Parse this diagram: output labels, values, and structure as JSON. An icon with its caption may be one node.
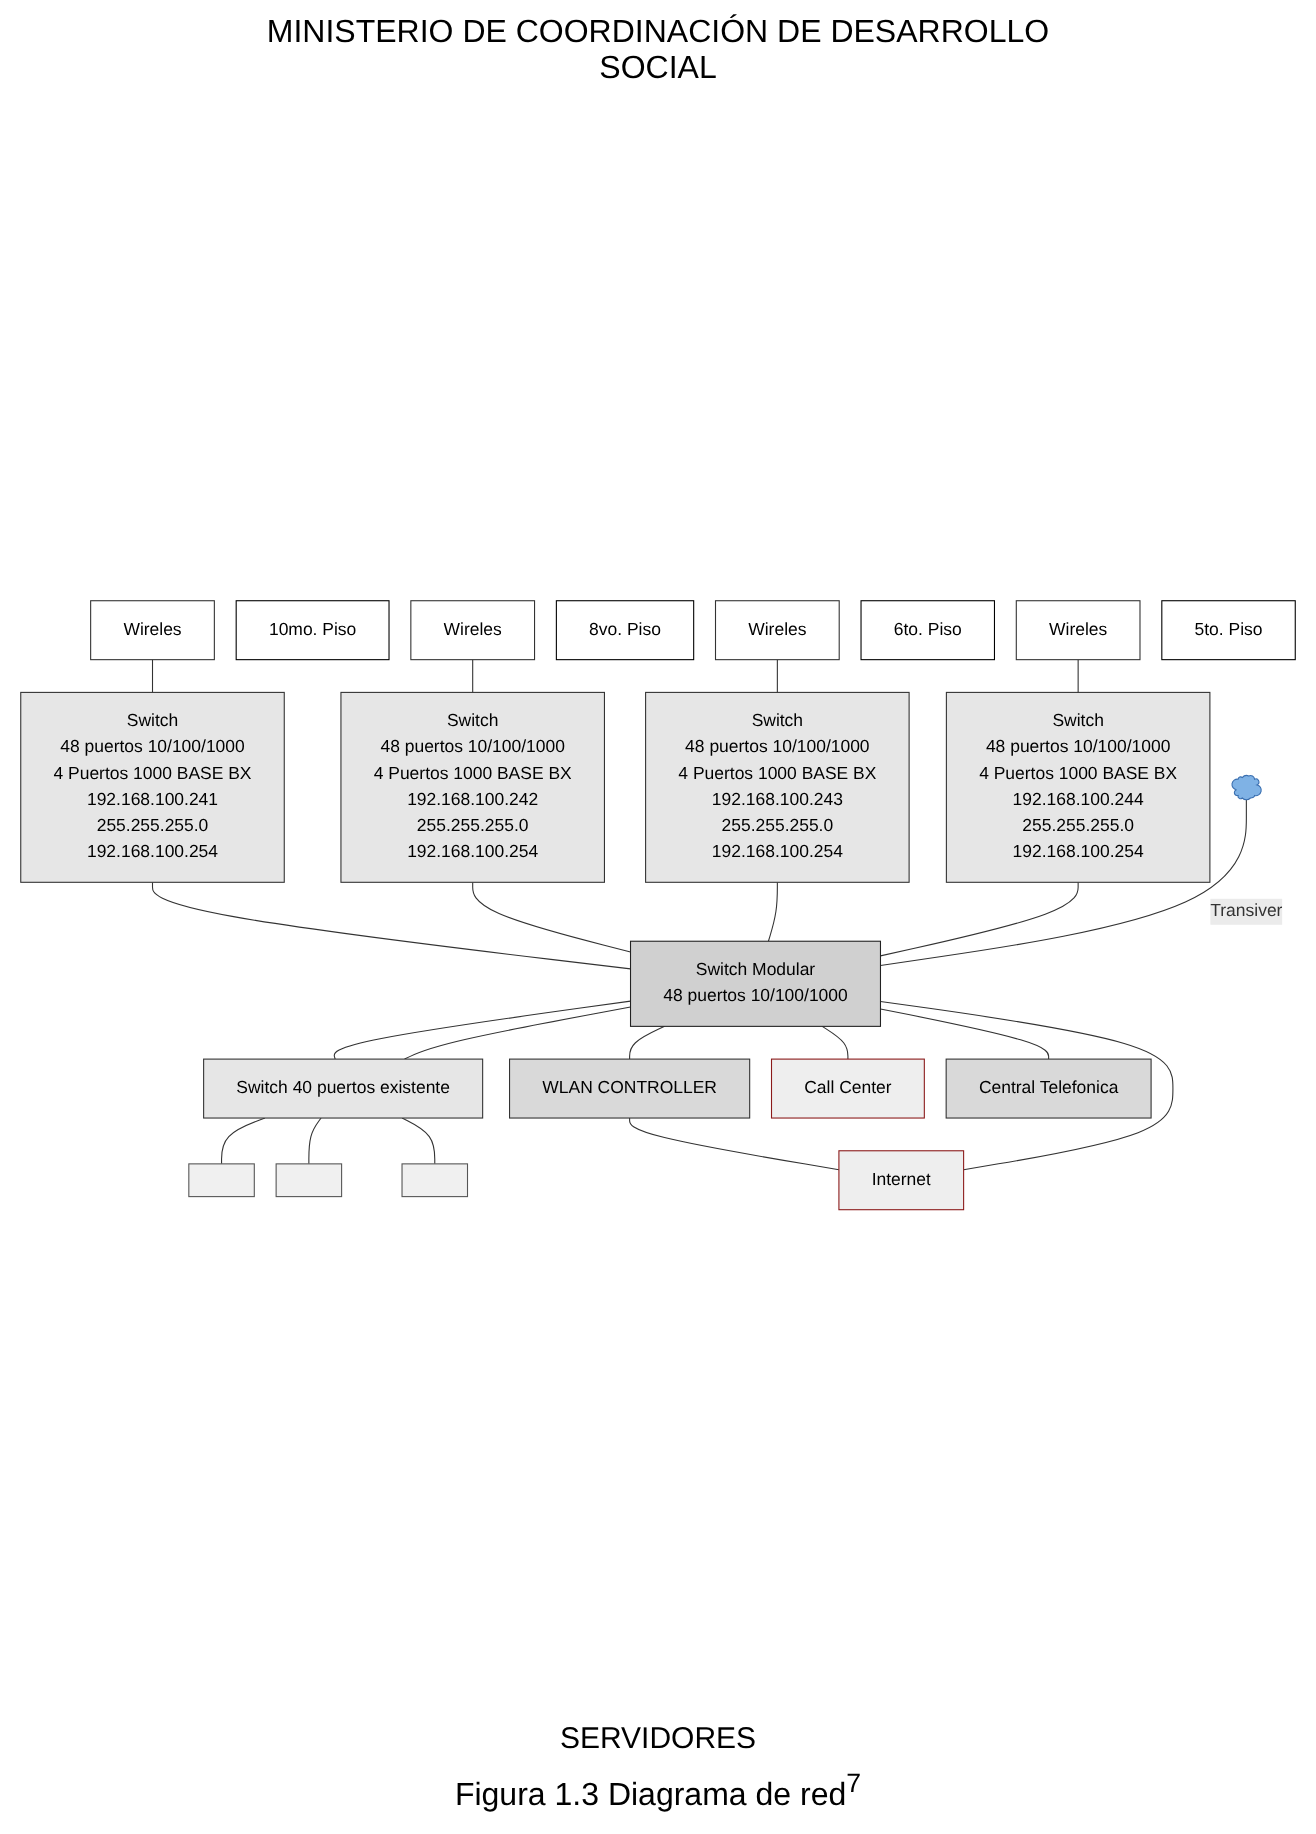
{
  "diagram": {
    "title": "MINISTERIO DE COORDINACIÓN DE DESARROLLO SOCIAL",
    "caption": "Figura 1.3 Diagrama de red$^{7}$",
    "nodes": [
      {
        "text": [
          "Switch",
          "48 puertos 10/100/1000",
          "4 Puertos 1000 BASE BX",
          "192.168.100.241",
          "255.255.255.0",
          "192.168.100.254"
        ]
      },
      {
        "text": [
          "Wireles"
        ]
      },
      {
        "text": [
          "10mo. Piso"
        ]
      },
      {
        "text": [
          "Switch",
          "48 puertos 10/100/1000",
          "4 Puertos 1000 BASE BX",
          "192.168.100.242",
          "255.255.255.0",
          "192.168.100.254"
        ]
      },
      {
        "text": [
          "Wireles"
        ]
      },
      {
        "text": [
          "8vo. Piso"
        ]
      },
      {
        "text": [
          "Switch",
          "48 puertos 10/100/1000",
          "4 Puertos 1000 BASE BX",
          "192.168.100.243",
          "255.255.255.0",
          "192.168.100.254"
        ]
      },
      {
        "text": [
          "Wireles"
        ]
      },
      {
        "text": [
          "6to. Piso"
        ]
      },
      {
        "text": [
          "Switch",
          "48 puertos 10/100/1000",
          "4 Puertos 1000 BASE BX",
          "192.168.100.244",
          "255.255.255.0",
          "192.168.100.254"
        ]
      },
      {
        "text": [
          "Wireles"
        ]
      },
      {
        "text": [
          "5to. Piso"
        ]
      },
      {
        "text": [
          "Switch Modular",
          "48 puertos 10/100/1000"
        ]
      },
      {
        "text": [
          "Switch 40 puertos existente"
        ]
      },
      {
        "text": [],
        "shape": "cloud"
      },
      {
        "text": [
          "WLAN CONTROLLER"
        ]
      },
      {
        "text": [],
        "shape": "box"
      },
      {
        "text": [],
        "shape": "box"
      },
      {
        "text": [],
        "shape": "box"
      },
      {
        "text": [
          "Internet"
        ]
      },
      {
        "text": [
          "Call Center"
        ]
      },
      {
        "text": [
          "Central Telefonica"
        ]
      }
    ],
    "edges": [
      {
        "from": 0,
        "to": 12,
        "arrow": "none"
      },
      {
        "from": 1,
        "to": 0,
        "arrow": "none"
      },
      {
        "from": 3,
        "to": 12,
        "arrow": "none"
      },
      {
        "from": 4,
        "to": 3,
        "arrow": "none"
      },
      {
        "from": 6,
        "to": 12,
        "arrow": "none"
      },
      {
        "from": 7,
        "to": 6,
        "arrow": "none"
      },
      {
        "from": 9,
        "to": 12,
        "arrow": "none"
      },
      {
        "from": 10,
        "to": 9,
        "arrow": "none"
      },
      {
        "from": 12,
        "to": 13,
        "arrow": "none"
      },
      {
        "from": 12,
        "to": 13,
        "arrow": "none"
      },
      {
        "from": 14,
        "to": 12,
        "arrow": "none",
        "label": "Transiver"
      },
      {
        "from": 12,
        "to": 15,
        "arrow": "none"
      },
      {
        "from": 15,
        "to": 19,
        "arrow": "none"
      },
      {
        "from": 12,
        "to": 19,
        "arrow": "none"
      },
      {
        "from": 12,
        "to": 20,
        "arrow": "none"
      },
      {
        "from": 12,
        "to": 21,
        "arrow": "none"
      },
      {
        "from": 13,
        "to": 16,
        "arrow": "none"
      },
      {
        "from": 13,
        "to": 17,
        "arrow": "none"
      },
      {
        "from": 13,
        "to": 18,
        "arrow": "none"
      }
    ],
    "labels": [
      "SERVIDORES"
    ]
  }
}
